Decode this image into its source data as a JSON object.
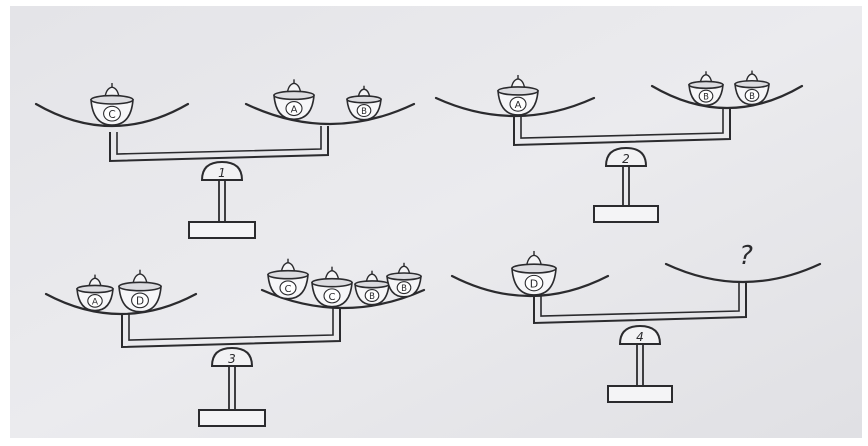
{
  "puzzle": {
    "scales": [
      {
        "label": "1",
        "left": [
          "C"
        ],
        "right": [
          "A",
          "B"
        ]
      },
      {
        "label": "2",
        "left": [
          "A"
        ],
        "right": [
          "B",
          "B"
        ]
      },
      {
        "label": "3",
        "left": [
          "A",
          "D"
        ],
        "right": [
          "C",
          "C",
          "B",
          "B"
        ]
      },
      {
        "label": "4",
        "left": [
          "D"
        ],
        "right": [],
        "question": "?"
      }
    ]
  }
}
